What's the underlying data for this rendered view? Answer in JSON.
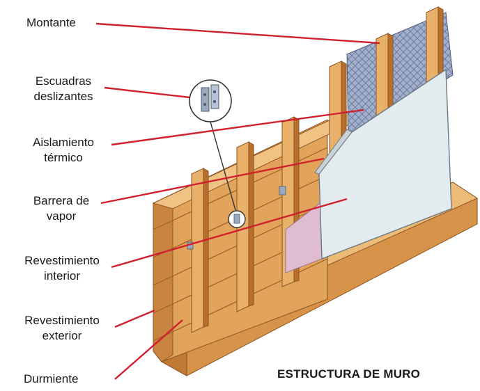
{
  "labels": {
    "montante": "Montante",
    "escuadras_1": "Escuadras",
    "escuadras_2": "deslizantes",
    "aislamiento_1": "Aislamiento",
    "aislamiento_2": "térmico",
    "barrera_1": "Barrera de",
    "barrera_2": "vapor",
    "rev_interior_1": "Revestimiento",
    "rev_interior_2": "interior",
    "rev_exterior_1": "Revestimiento",
    "rev_exterior_2": "exterior",
    "durmiente": "Durmiente"
  },
  "caption": "ESTRUCTURA DE MURO",
  "colors": {
    "leader_line": "#d0202e",
    "wood_light": "#e9b06a",
    "wood_mid": "#d8934a",
    "wood_dark": "#b8702c",
    "insulation": "#8a98b8",
    "drywall": "#e4ebee",
    "vapor_barrier": "#e0bcd0"
  }
}
